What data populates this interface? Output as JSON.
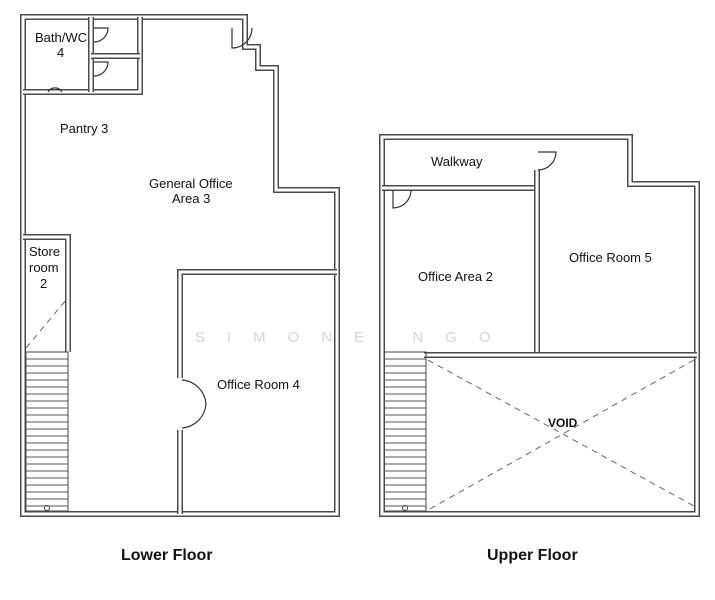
{
  "watermark": "SIMONE NGO",
  "lower_floor": {
    "title": "Lower Floor",
    "rooms": {
      "bath_line1": "Bath/WC",
      "bath_line2": "4",
      "pantry": "Pantry 3",
      "general_line1": "General Office",
      "general_line2": "Area 3",
      "store_line1": "Store",
      "store_line2": "room",
      "store_line3": "2",
      "office_room_4": "Office Room 4"
    }
  },
  "upper_floor": {
    "title": "Upper Floor",
    "rooms": {
      "walkway": "Walkway",
      "office_area_2": "Office Area 2",
      "office_room_5": "Office Room 5",
      "void": "VOID"
    }
  }
}
